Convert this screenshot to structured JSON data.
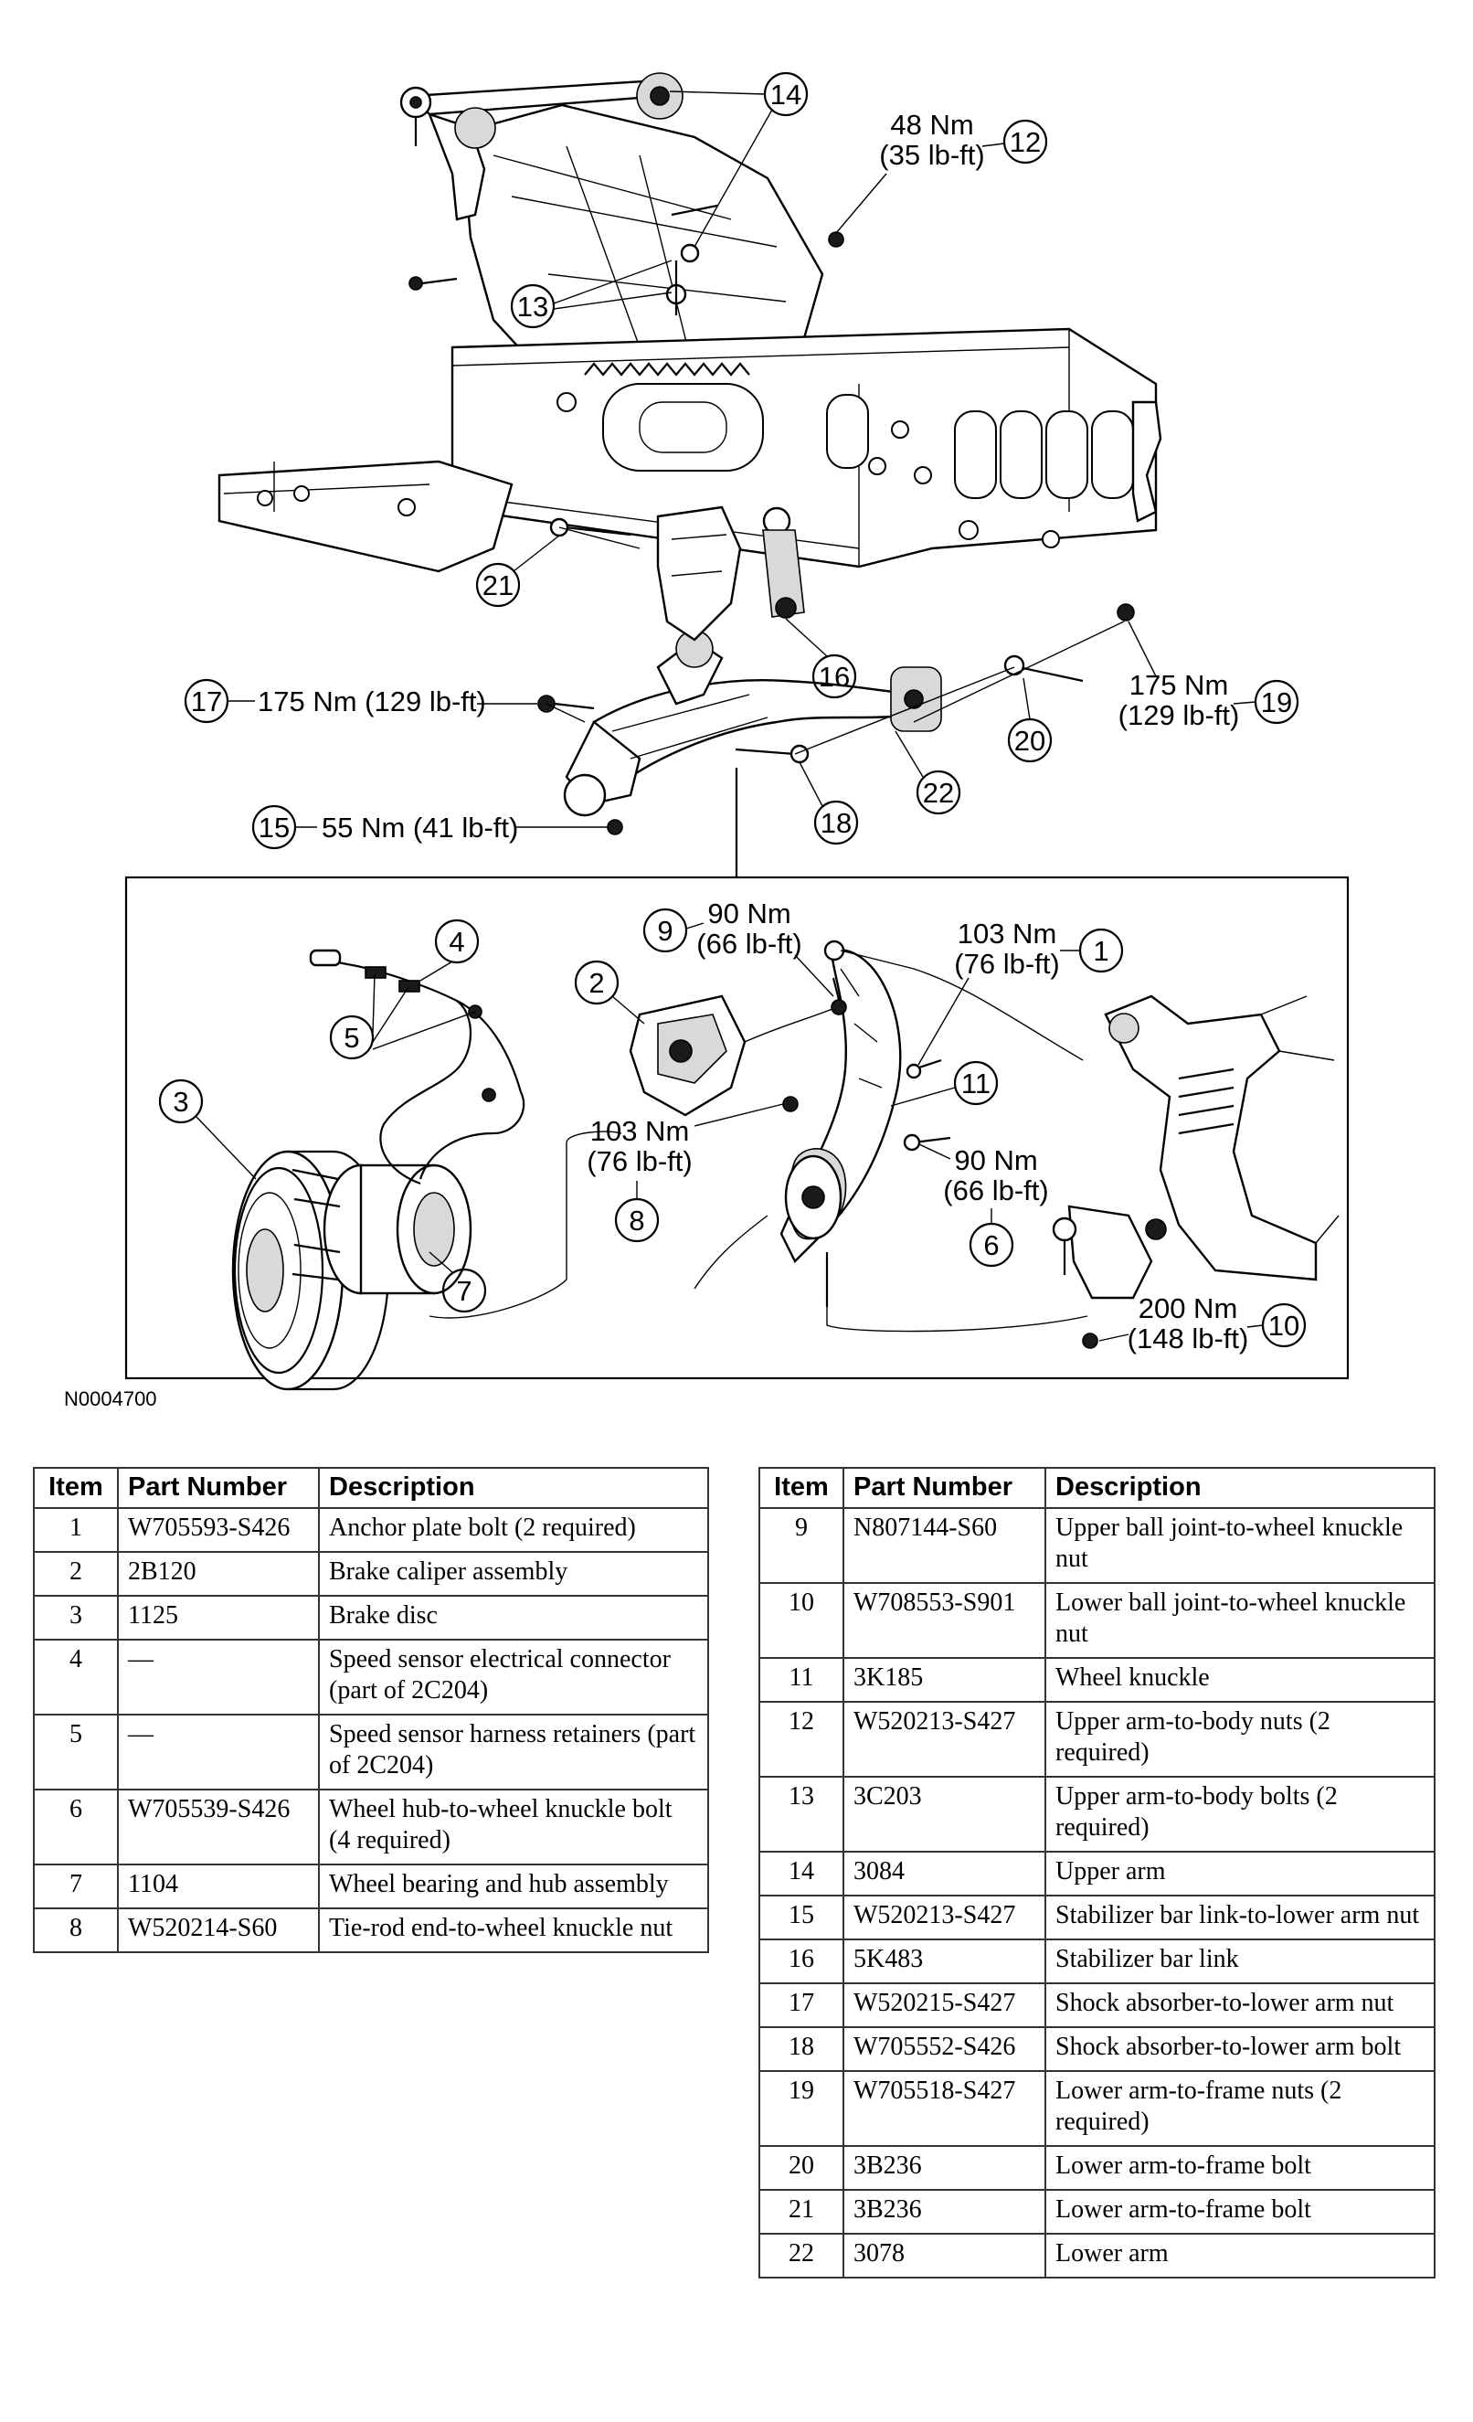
{
  "figure_id": "N0004700",
  "callouts": {
    "c1": "1",
    "c2": "2",
    "c3": "3",
    "c4": "4",
    "c5": "5",
    "c6": "6",
    "c7": "7",
    "c8": "8",
    "c9": "9",
    "c10": "10",
    "c11": "11",
    "c12": "12",
    "c13": "13",
    "c14": "14",
    "c15": "15",
    "c16": "16",
    "c17": "17",
    "c18": "18",
    "c19": "19",
    "c20": "20",
    "c21": "21",
    "c22": "22"
  },
  "torques": {
    "t12_nm": "48 Nm",
    "t12_lb": "(35 lb-ft)",
    "t17": "175 Nm (129 lb-ft)",
    "t19_nm": "175 Nm",
    "t19_lb": "(129 lb-ft)",
    "t15": "55 Nm (41 lb-ft)",
    "t9_nm": "90 Nm",
    "t9_lb": "(66 lb-ft)",
    "t1_nm": "103 Nm",
    "t1_lb": "(76 lb-ft)",
    "t8_nm": "103 Nm",
    "t8_lb": "(76 lb-ft)",
    "t6_nm": "90 Nm",
    "t6_lb": "(66 lb-ft)",
    "t10_nm": "200 Nm",
    "t10_lb": "(148 lb-ft)"
  },
  "table_headers": {
    "item": "Item",
    "part_number": "Part Number",
    "description": "Description"
  },
  "parts_left": [
    {
      "item": "1",
      "part_number": "W705593-S426",
      "description": "Anchor plate bolt (2 required)"
    },
    {
      "item": "2",
      "part_number": "2B120",
      "description": "Brake caliper assembly"
    },
    {
      "item": "3",
      "part_number": "1125",
      "description": "Brake disc"
    },
    {
      "item": "4",
      "part_number": "—",
      "description": "Speed sensor electrical connector (part of 2C204)"
    },
    {
      "item": "5",
      "part_number": "—",
      "description": "Speed sensor harness retainers (part of 2C204)"
    },
    {
      "item": "6",
      "part_number": "W705539-S426",
      "description": "Wheel hub-to-wheel knuckle bolt (4 required)"
    },
    {
      "item": "7",
      "part_number": "1104",
      "description": "Wheel bearing and hub assembly"
    },
    {
      "item": "8",
      "part_number": "W520214-S60",
      "description": "Tie-rod end-to-wheel knuckle nut"
    }
  ],
  "parts_right": [
    {
      "item": "9",
      "part_number": "N807144-S60",
      "description": "Upper ball joint-to-wheel knuckle nut"
    },
    {
      "item": "10",
      "part_number": "W708553-S901",
      "description": "Lower ball joint-to-wheel knuckle nut"
    },
    {
      "item": "11",
      "part_number": "3K185",
      "description": "Wheel knuckle"
    },
    {
      "item": "12",
      "part_number": "W520213-S427",
      "description": "Upper arm-to-body nuts (2 required)"
    },
    {
      "item": "13",
      "part_number": "3C203",
      "description": "Upper arm-to-body bolts (2 required)"
    },
    {
      "item": "14",
      "part_number": "3084",
      "description": "Upper arm"
    },
    {
      "item": "15",
      "part_number": "W520213-S427",
      "description": "Stabilizer bar link-to-lower arm nut"
    },
    {
      "item": "16",
      "part_number": "5K483",
      "description": "Stabilizer bar link"
    },
    {
      "item": "17",
      "part_number": "W520215-S427",
      "description": "Shock absorber-to-lower arm nut"
    },
    {
      "item": "18",
      "part_number": "W705552-S426",
      "description": "Shock absorber-to-lower arm bolt"
    },
    {
      "item": "19",
      "part_number": "W705518-S427",
      "description": "Lower arm-to-frame nuts (2 required)"
    },
    {
      "item": "20",
      "part_number": "3B236",
      "description": "Lower arm-to-frame bolt"
    },
    {
      "item": "21",
      "part_number": "3B236",
      "description": "Lower arm-to-frame bolt"
    },
    {
      "item": "22",
      "part_number": "3078",
      "description": "Lower arm"
    }
  ]
}
